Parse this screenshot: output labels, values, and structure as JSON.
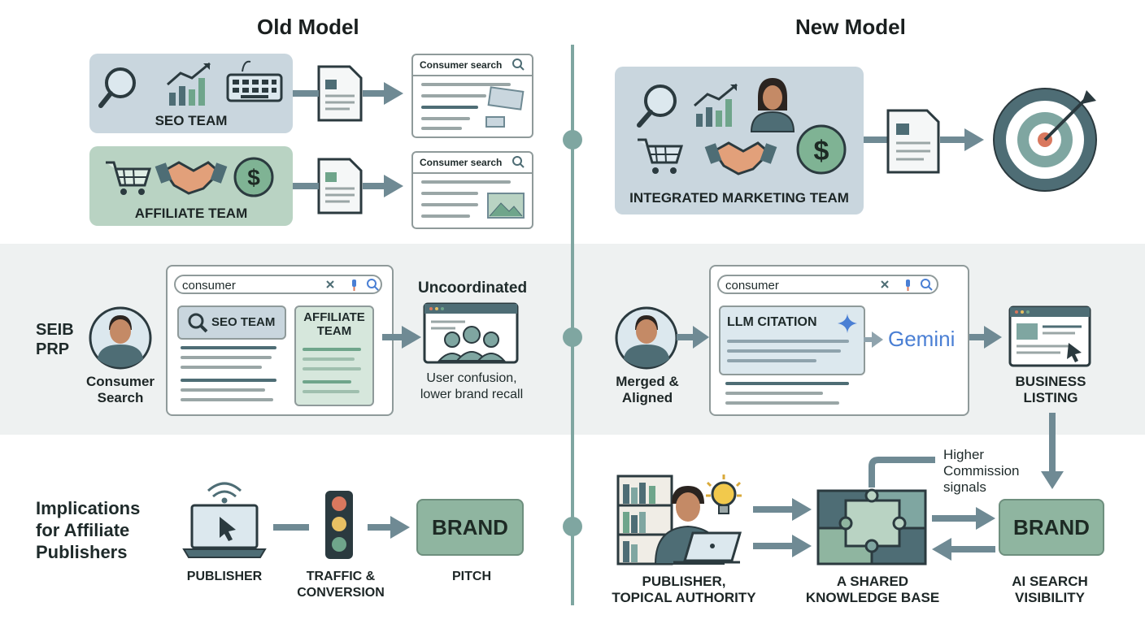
{
  "titles": {
    "old": "Old Model",
    "new": "New Model"
  },
  "old_top": {
    "seo_team": "SEO TEAM",
    "affiliate_team": "AFFILIATE TEAM",
    "card1_header": "Consumer search",
    "card2_header": "Consumer search"
  },
  "new_top": {
    "integrated_team": "INTEGRATED MARKETING TEAM"
  },
  "middle": {
    "side_label_1": "SEIB",
    "side_label_2": "PRP",
    "consumer_search_1": "Consumer",
    "consumer_search_2": "Search",
    "search_value_old": "consumer",
    "seo_chip": "SEO TEAM",
    "affiliate_chip_1": "AFFILIATE",
    "affiliate_chip_2": "TEAM",
    "uncoordinated": "Uncoordinated",
    "confusion_1": "User confusion,",
    "confusion_2": "lower brand recall",
    "merged_1": "Merged &",
    "merged_2": "Aligned",
    "search_value_new": "consumer",
    "llm_citation": "LLM CITATION",
    "gemini": "Gemini",
    "business_1": "BUSINESS",
    "business_2": "LISTING"
  },
  "bottom_old": {
    "implications_1": "Implications",
    "implications_2": "for Affiliate",
    "implications_3": "Publishers",
    "publisher": "PUBLISHER",
    "traffic_1": "TRAFFIC &",
    "traffic_2": "CONVERSION",
    "brand": "BRAND",
    "pitch": "PITCH"
  },
  "bottom_new": {
    "higher_1": "Higher",
    "higher_2": "Commission",
    "higher_3": "signals",
    "publisher_1": "PUBLISHER,",
    "publisher_2": "TOPICAL AUTHORITY",
    "knowledge_1": "A SHARED",
    "knowledge_2": "KNOWLEDGE BASE",
    "brand": "BRAND",
    "ai_1": "AI SEARCH",
    "ai_2": "VISIBILITY"
  },
  "colors": {
    "seo_box": "#c9d6de",
    "affiliate_box": "#b9d3c3",
    "accent": "#7fa6a1",
    "arrow": "#6f8a94",
    "brand": "#8fb5a0",
    "target_red": "#d9785e"
  },
  "icons": [
    "search-icon",
    "chart-icon",
    "keyboard-icon",
    "cart-icon",
    "handshake-icon",
    "dollar-icon",
    "document-icon",
    "person-icon",
    "target-icon",
    "laptop-icon",
    "traffic-light-icon",
    "bookshelf-icon",
    "lightbulb-icon",
    "puzzle-icon",
    "browser-icon",
    "sparkle-icon",
    "mic-icon",
    "close-icon"
  ]
}
